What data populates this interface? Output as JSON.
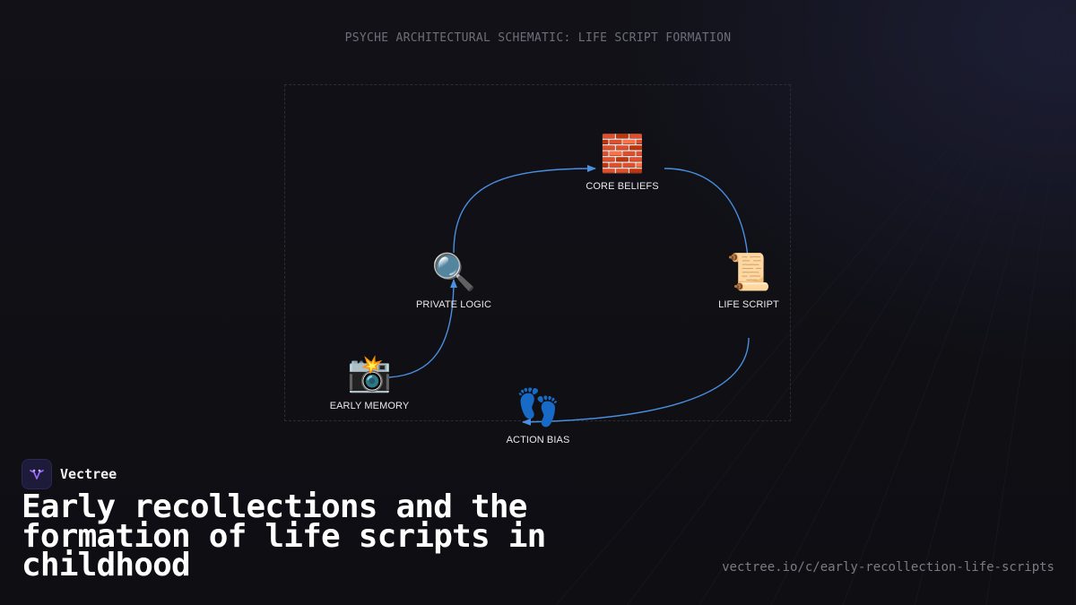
{
  "schematic_title": "PSYCHE ARCHITECTURAL SCHEMATIC: LIFE SCRIPT FORMATION",
  "diagram": {
    "nodes": [
      {
        "id": "early-memory",
        "icon": "camera-with-flash-icon",
        "glyph": "📸",
        "label": "EARLY MEMORY"
      },
      {
        "id": "private-logic",
        "icon": "magnifying-glass-icon",
        "glyph": "🔍",
        "label": "PRIVATE LOGIC"
      },
      {
        "id": "core-beliefs",
        "icon": "brick-wall-icon",
        "glyph": "🧱",
        "label": "CORE BELIEFS"
      },
      {
        "id": "life-script",
        "icon": "scroll-icon",
        "glyph": "📜",
        "label": "LIFE SCRIPT"
      },
      {
        "id": "action-bias",
        "icon": "footprints-icon",
        "glyph": "👣",
        "label": "ACTION BIAS"
      }
    ],
    "edges": [
      {
        "from": "early-memory",
        "to": "private-logic"
      },
      {
        "from": "private-logic",
        "to": "core-beliefs"
      },
      {
        "from": "core-beliefs",
        "to": "life-script"
      },
      {
        "from": "life-script",
        "to": "action-bias"
      }
    ],
    "edge_color": "#4a8fe0"
  },
  "brand": {
    "name": "Vectree",
    "logo_icon": "vectree-logo-icon",
    "accent_color": "#9b6cff"
  },
  "headline": "Early recollections and the formation of life scripts in childhood",
  "url": "vectree.io/c/early-recollection-life-scripts"
}
